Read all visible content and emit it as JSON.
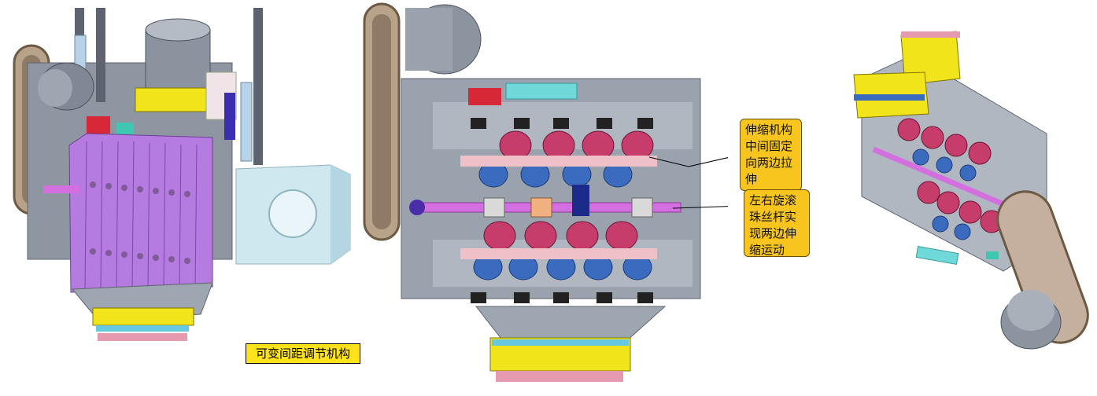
{
  "annotations": {
    "callout_top": "伸缩机构\n中间固定\n向两边拉\n伸",
    "callout_bottom": "左右旋滚\n珠丝杆实\n现两边伸\n缩运动"
  },
  "caption": "可变间距调节机构",
  "colors": {
    "frame": "#9aa2ae",
    "purple_block": "#b57be0",
    "yellow": "#f2e41b",
    "cyan": "#6fd8d8",
    "red": "#c42a45",
    "blue": "#3a6fbf",
    "callout": "#f7c51e"
  }
}
